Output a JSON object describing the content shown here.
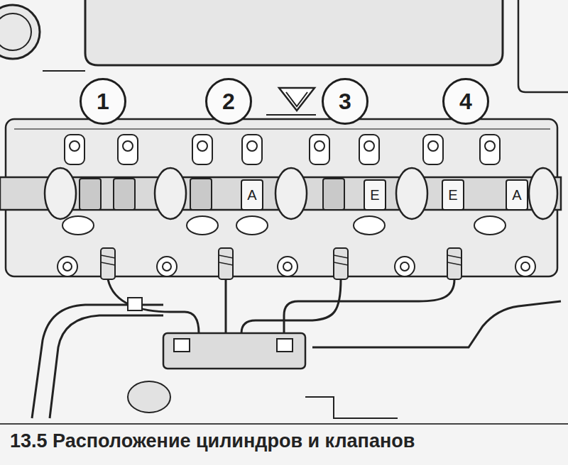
{
  "diagram": {
    "caption": "13.5 Расположение цилиндров и клапанов",
    "nodes": [
      {
        "text": [
          "1"
        ]
      },
      {
        "text": [
          "2"
        ]
      },
      {
        "text": [
          "3"
        ]
      },
      {
        "text": [
          "4"
        ]
      },
      {
        "text": [
          "A"
        ]
      },
      {
        "text": [
          "E"
        ]
      },
      {
        "text": [
          "E"
        ]
      },
      {
        "text": [
          "A"
        ]
      }
    ]
  }
}
